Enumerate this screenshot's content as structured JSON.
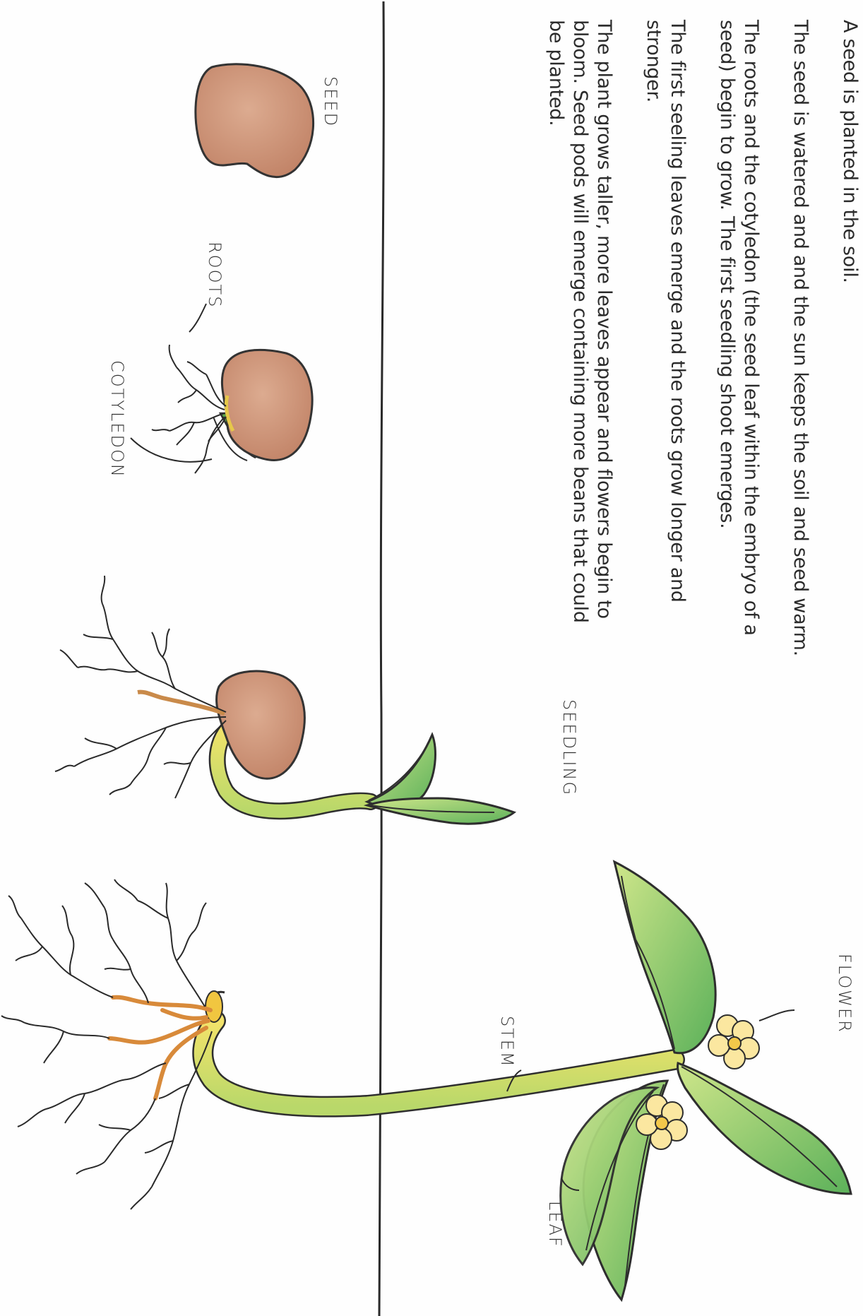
{
  "steps": [
    "A seed is planted in the soil.",
    "The seed is watered and and the sun keeps the soil and seed warm.",
    "The roots and the cotyledon (the seed leaf within the embryo of a",
    "seed) begin to grow. The first seedling shoot emerges.",
    "The first seeling leaves emerge and the roots grow longer and",
    "stronger.",
    "The plant grows taller, more leaves appear and flowers begin to",
    "bloom. Seed pods will emerge containing more beans that could",
    "be planted."
  ],
  "labels": {
    "seed": "SEED",
    "roots": "ROOTS",
    "cotyledon": "COTYLEDON",
    "seedling": "SEEDLING",
    "stem": "STEM",
    "flower": "FLOWER",
    "leaf": "LEAF"
  },
  "colors": {
    "seed": "#c98f72",
    "leaf_dark": "#3fa04a",
    "leaf_light": "#b9dc7a",
    "stem": "#dbe676",
    "root_main": "#d88a3a",
    "flower": "#fbe7a0",
    "soil_line": "#2a2a2a"
  }
}
